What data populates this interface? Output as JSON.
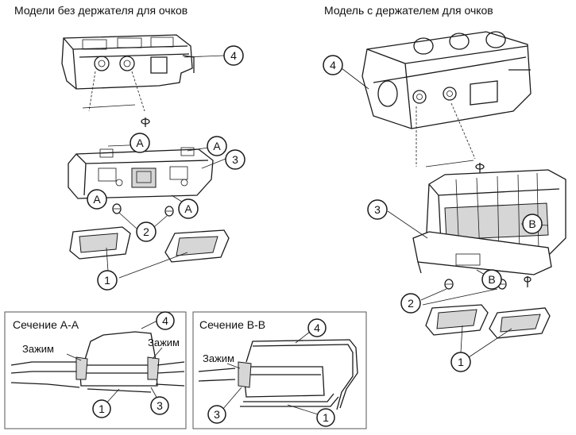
{
  "titles": {
    "left": "Модели без держателя для очков",
    "right": "Модель с держателем для очков"
  },
  "sections": {
    "aa_label": "Сечение A-A",
    "bb_label": "Сечение B-B"
  },
  "clip_label": "Зажим",
  "callouts": {
    "n1": "1",
    "n2": "2",
    "n3": "3",
    "n4": "4",
    "a": "A",
    "b": "B"
  },
  "colors": {
    "line": "#1a1a1a",
    "frame": "#555555",
    "fill": "#ffffff",
    "shade": "#d6d6d6"
  }
}
